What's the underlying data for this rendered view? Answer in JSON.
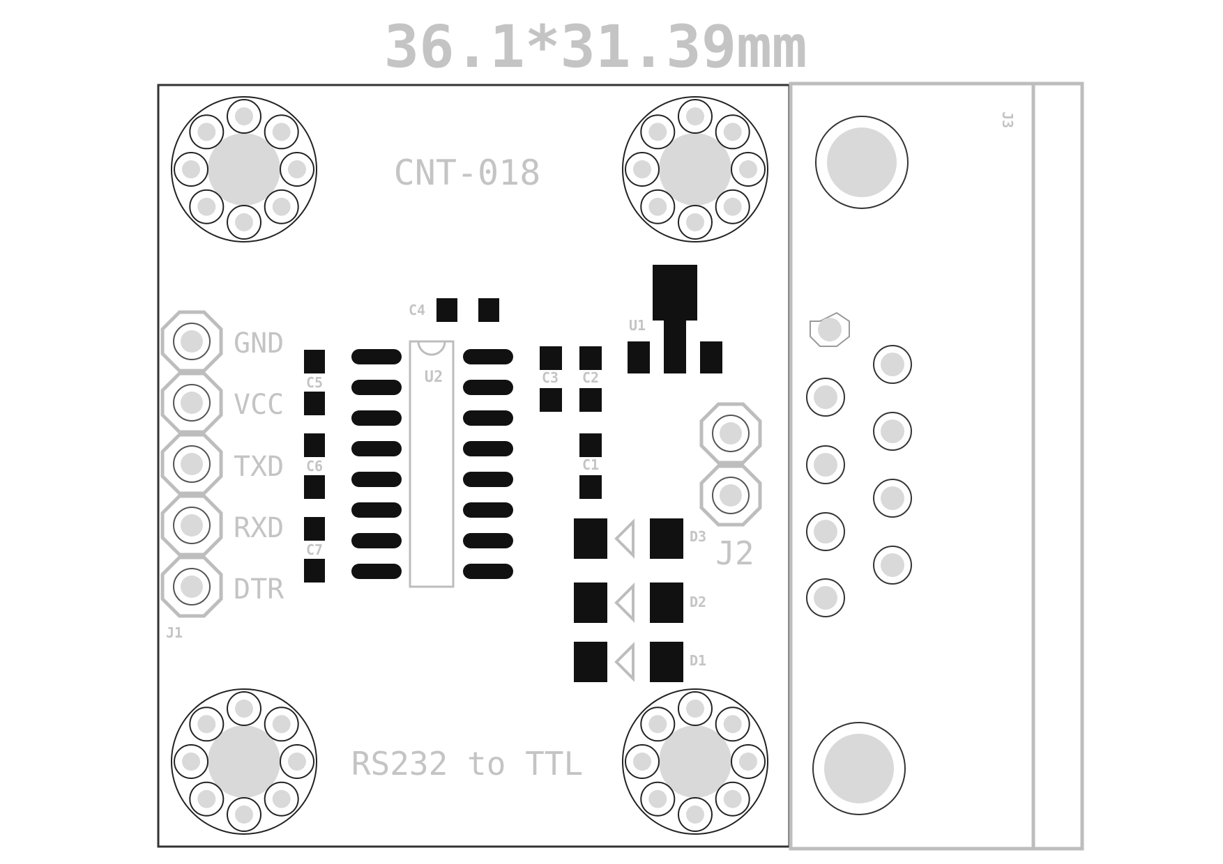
{
  "dimension_label": "36.1*31.39mm",
  "board": {
    "model": "CNT-018",
    "description": "RS232 to TTL"
  },
  "connectors": {
    "j1": {
      "ref": "J1",
      "pins": [
        "GND",
        "VCC",
        "TXD",
        "RXD",
        "DTR"
      ]
    },
    "j2": {
      "ref": "J2"
    },
    "j3": {
      "ref": "J3"
    }
  },
  "components": {
    "u1": "U1",
    "u2": "U2",
    "c1": "C1",
    "c2": "C2",
    "c3": "C3",
    "c4": "C4",
    "c5": "C5",
    "c6": "C6",
    "c7": "C7",
    "d1": "D1",
    "d2": "D2",
    "d3": "D3"
  },
  "colors": {
    "silkscreen": "#c4c4c4",
    "copper_pad": "#111111",
    "outline": "#333333",
    "drill": "#d9d9d9"
  }
}
